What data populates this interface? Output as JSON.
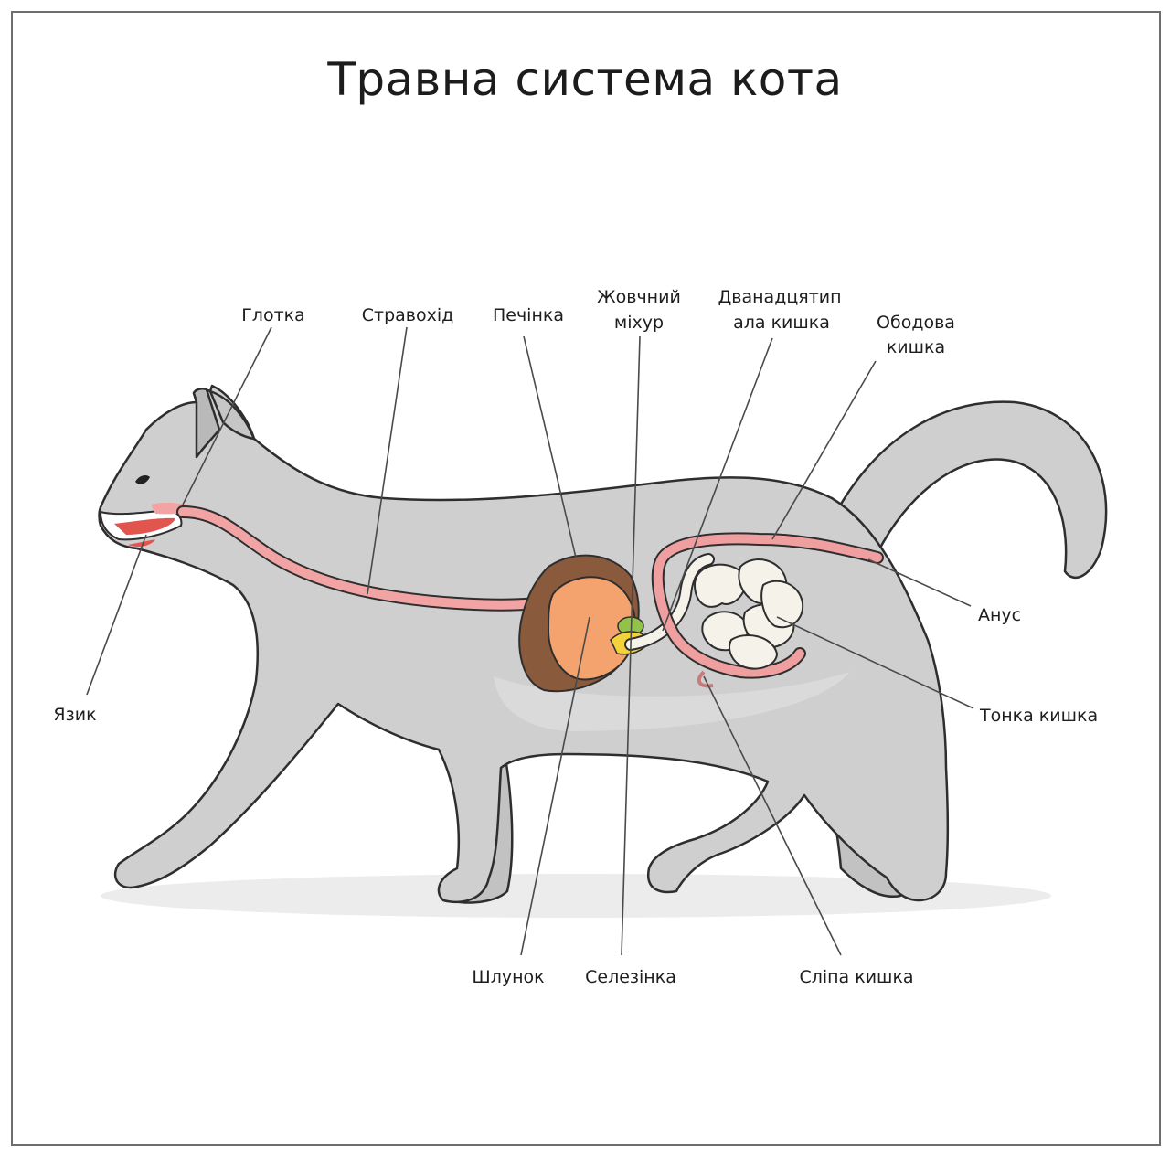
{
  "title": "Травна система кота",
  "labels": {
    "pharynx": "Глотка",
    "esophagus": "Стравохід",
    "liver": "Печінка",
    "gallbladder_line1": "Жовчний",
    "gallbladder_line2": "міхур",
    "duodenum_line1": "Дванадцятип",
    "duodenum_line2": "ала кишка",
    "colon_line1": "Ободова",
    "colon_line2": "кишка",
    "anus": "Анус",
    "small_intestine": "Тонка кишка",
    "tongue": "Язик",
    "stomach": "Шлунок",
    "spleen": "Селезінка",
    "cecum": "Сліпа кишка"
  },
  "colors": {
    "body": "#cfcfcf",
    "outline": "#2e2e2e",
    "digestive_tract": "#f2a4a4",
    "liver": "#8a5a3c",
    "stomach": "#f4a36f",
    "gallbladder": "#f3d23c",
    "spleen": "#93c24a",
    "small_intestine": "#f5f2ea",
    "colon": "#ef9f9f",
    "mouth": "#e2554f"
  }
}
